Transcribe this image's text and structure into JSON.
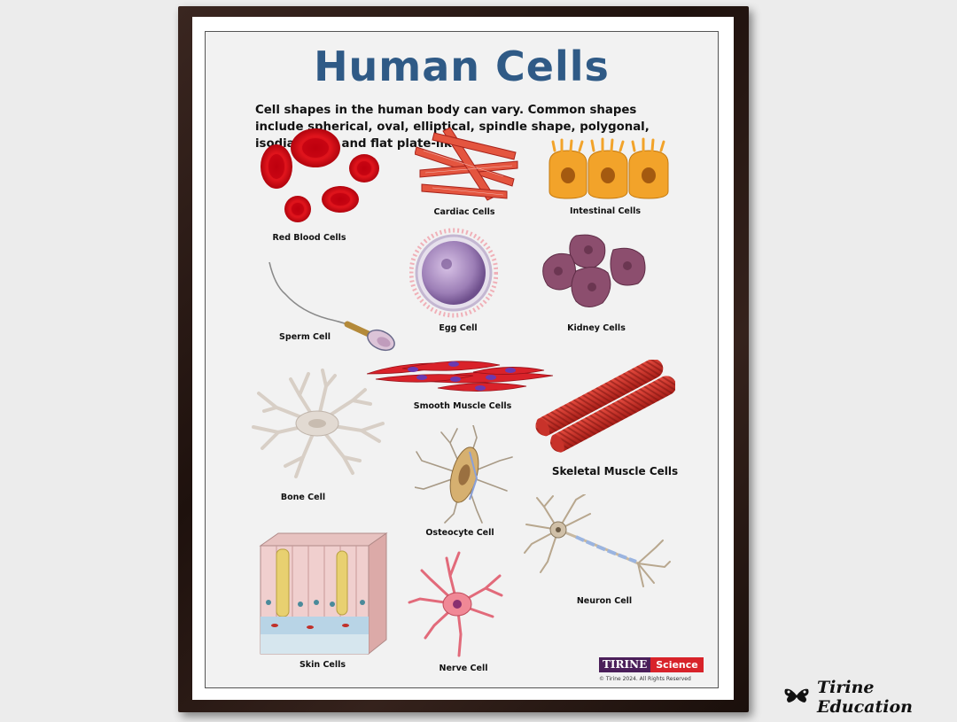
{
  "poster": {
    "title": "Human Cells",
    "subtitle": "Cell shapes in the human body can vary. Common shapes include spherical, oval, elliptical, spindle shape, polygonal, isodiametric and flat plate-like."
  },
  "cells": {
    "red_blood": "Red Blood Cells",
    "cardiac": "Cardiac Cells",
    "intestinal": "Intestinal Cells",
    "sperm": "Sperm Cell",
    "egg": "Egg Cell",
    "kidney": "Kidney Cells",
    "smooth_muscle": "Smooth Muscle Cells",
    "bone": "Bone Cell",
    "skeletal_muscle": "Skeletal Muscle Cells",
    "osteocyte": "Osteocyte Cell",
    "neuron": "Neuron Cell",
    "skin": "Skin Cells",
    "nerve": "Nerve Cell"
  },
  "logo": {
    "part1": "TIRINE",
    "part2": "Science"
  },
  "copyright": "© Tirine 2024. All Rights Reserved",
  "brand": {
    "text": "Tirine Education",
    "icon": "butterfly-icon"
  },
  "colors": {
    "title": "#2f5a86",
    "frame": "#2a1a16",
    "logo_purple": "#4b1f5a",
    "logo_red": "#d8232a"
  }
}
